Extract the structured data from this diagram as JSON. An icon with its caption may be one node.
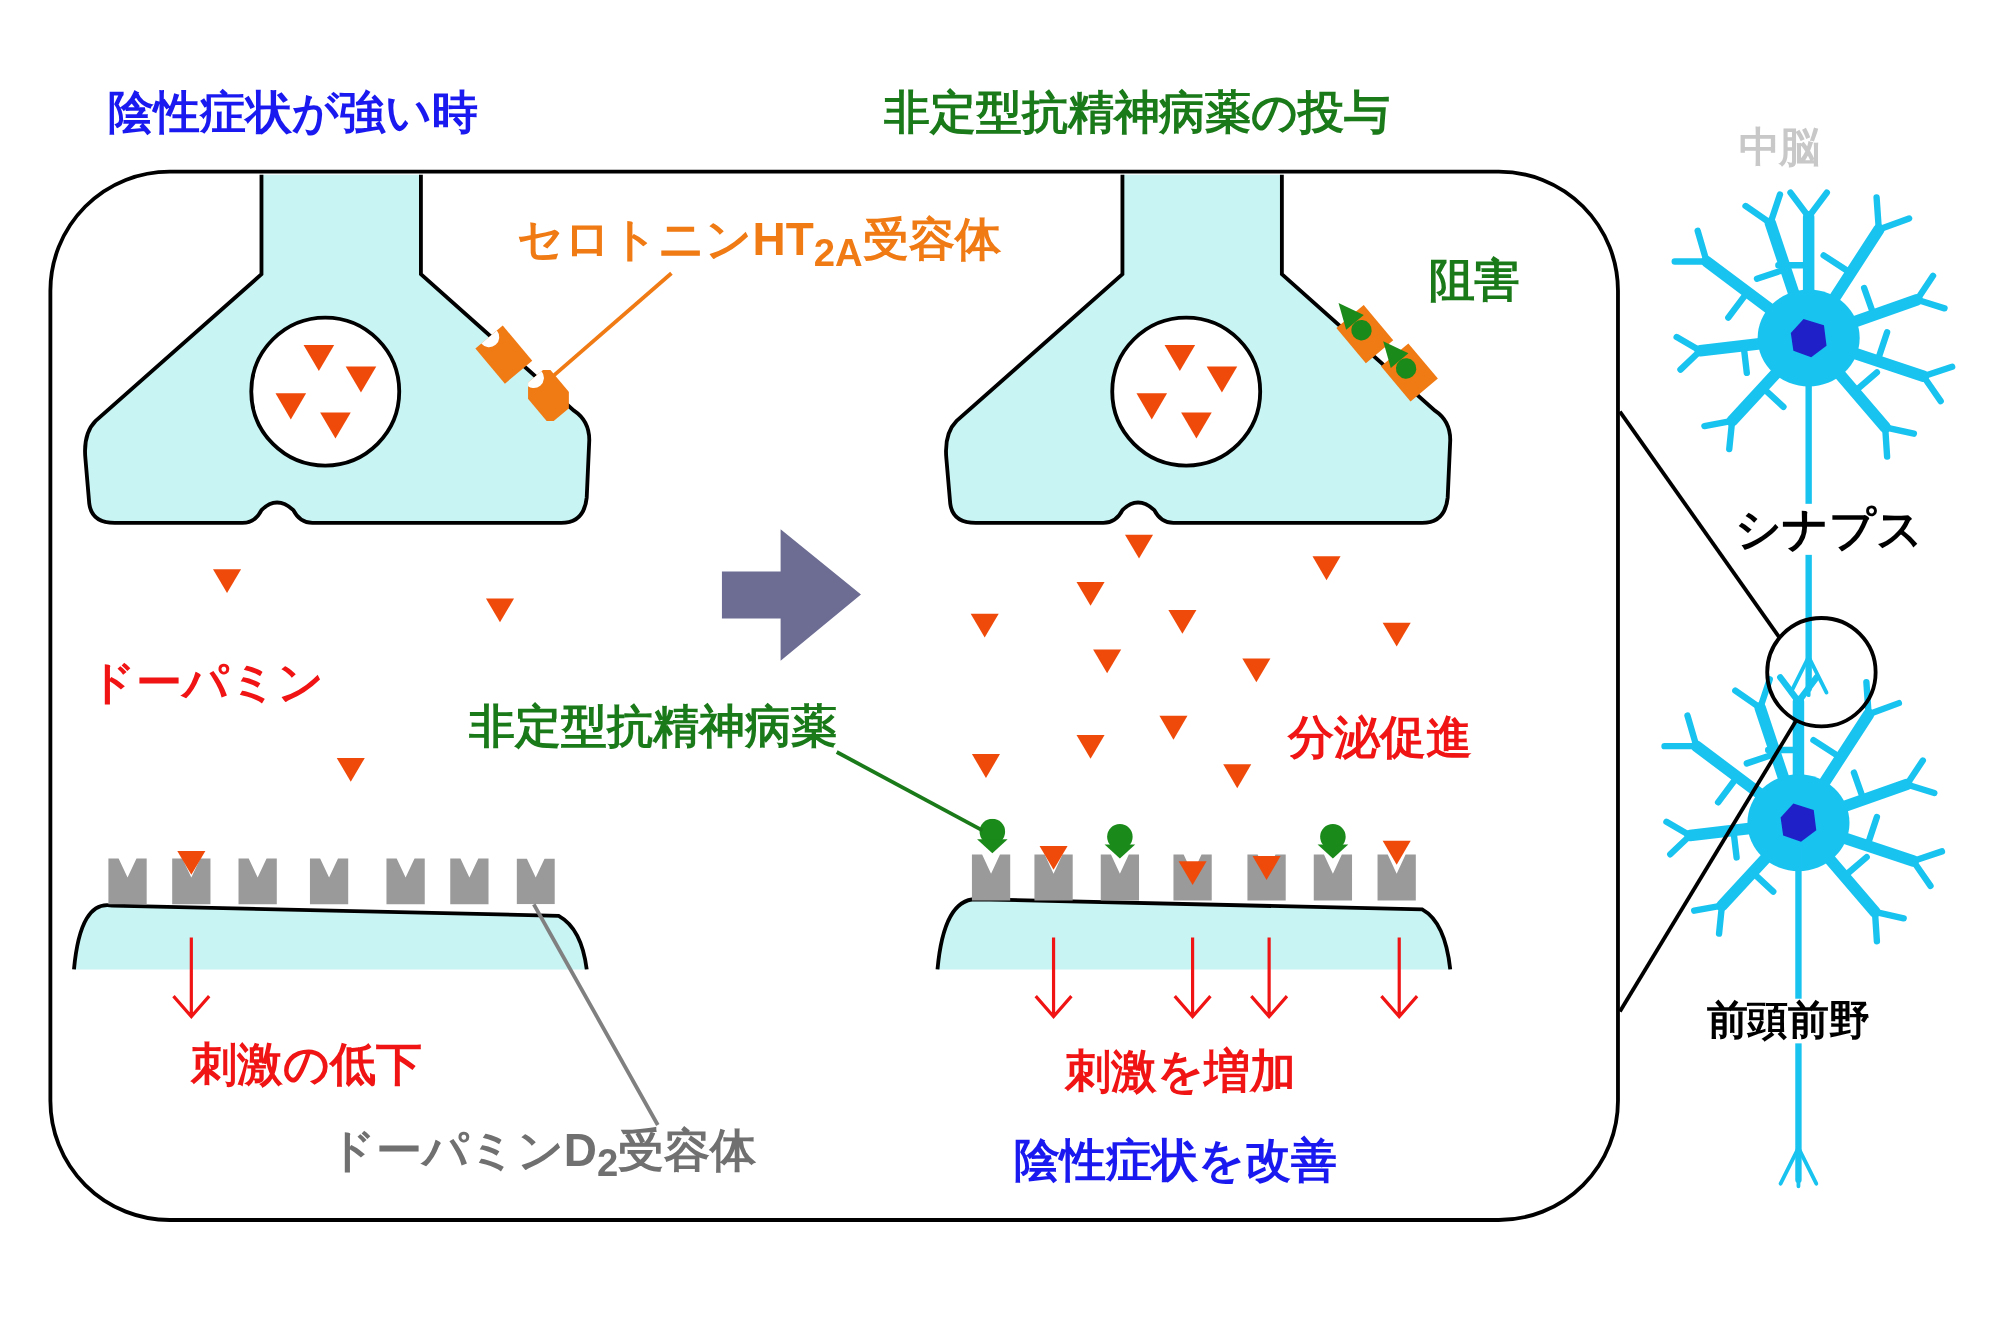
{
  "diagram": {
    "nodes": [
      {
        "text": [],
        "shape": "box"
      },
      {
        "text": [],
        "shape": "picture",
        "in": 0
      },
      {
        "text": [
          "セロトニンHT$_{2A}$受容体"
        ],
        "in": 0
      },
      {
        "text": [],
        "shape": "circle",
        "in": 0
      },
      {
        "text": [
          "非定型抗精神病薬"
        ],
        "in": 0
      },
      {
        "text": [],
        "shape": "box",
        "in": 0
      },
      {
        "text": [
          "ドーパミンD$_{2}$受容体"
        ],
        "in": 0
      },
      {
        "text": [],
        "shape": "circle"
      }
    ],
    "edges": [
      {
        "from": 2,
        "to": 1,
        "arrow": "none",
        "color": "#f07a14"
      },
      {
        "from": 4,
        "to": 3,
        "arrow": "none",
        "color": "#1a7a1a"
      },
      {
        "from": 6,
        "to": 5,
        "arrow": "none",
        "color": "#808080"
      },
      {
        "from": 7,
        "to": 0,
        "arrow": "none"
      },
      {
        "from": 7,
        "to": 0,
        "arrow": "none"
      }
    ],
    "labels": [
      "陰性症状が強い時",
      "非定型抗精神病薬の投与",
      "中脳",
      "阻害",
      "ドーパミン",
      "分泌促進",
      "刺激の低下",
      "刺激を増加",
      "陰性症状を改善",
      "シナプス",
      "前頭前野"
    ]
  }
}
